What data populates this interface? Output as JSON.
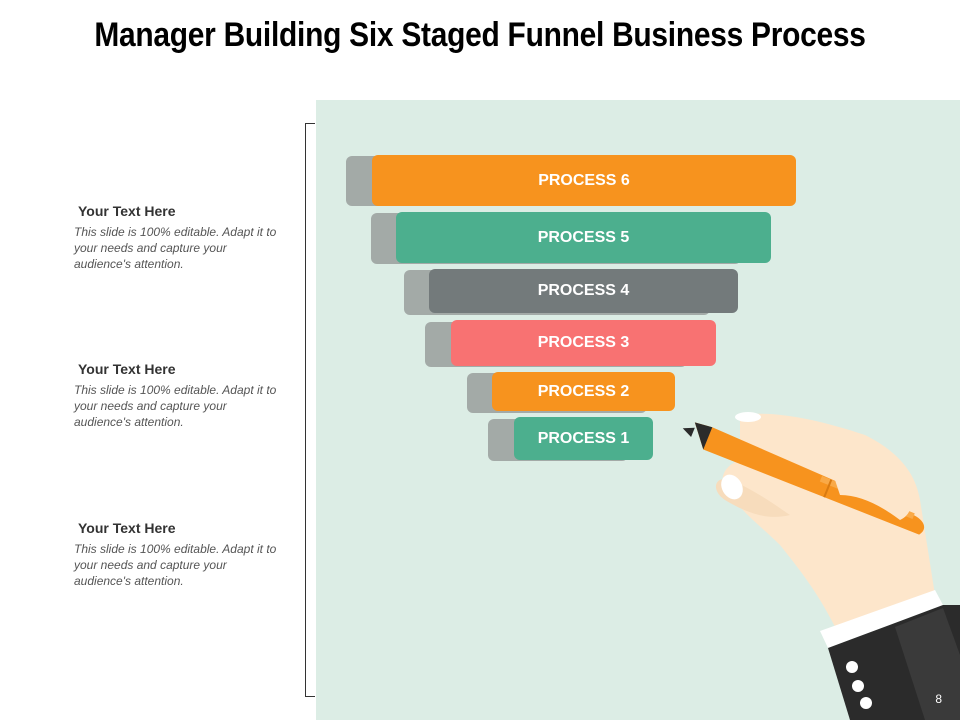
{
  "slide": {
    "title": "Manager Building Six Staged Funnel Business Process",
    "page_number": "8"
  },
  "text_blocks": [
    {
      "heading": "Your Text Here",
      "body": "This slide is 100% editable. Adapt it to your needs and capture your audience's attention."
    },
    {
      "heading": "Your Text Here",
      "body": "This slide is 100% editable. Adapt it to your needs and capture your audience's attention."
    },
    {
      "heading": "Your Text Here",
      "body": "This slide is 100% editable. Adapt it to your needs and capture your audience's attention."
    }
  ],
  "funnel": {
    "stages": [
      {
        "label": "PROCESS 6",
        "color": "#f7931e"
      },
      {
        "label": "PROCESS 5",
        "color": "#4caf8e"
      },
      {
        "label": "PROCESS 4",
        "color": "#737a7b"
      },
      {
        "label": "PROCESS 3",
        "color": "#f87272"
      },
      {
        "label": "PROCESS 2",
        "color": "#f7931e"
      },
      {
        "label": "PROCESS 1",
        "color": "#4caf8e"
      }
    ]
  },
  "colors": {
    "panel_background": "#dcede5",
    "shadow": "#a3aaa7",
    "pen": "#f7931e",
    "skin": "#fde6cb",
    "sleeve": "#2b2b2b"
  },
  "icons": [
    "hand-holding-pen-illustration"
  ]
}
